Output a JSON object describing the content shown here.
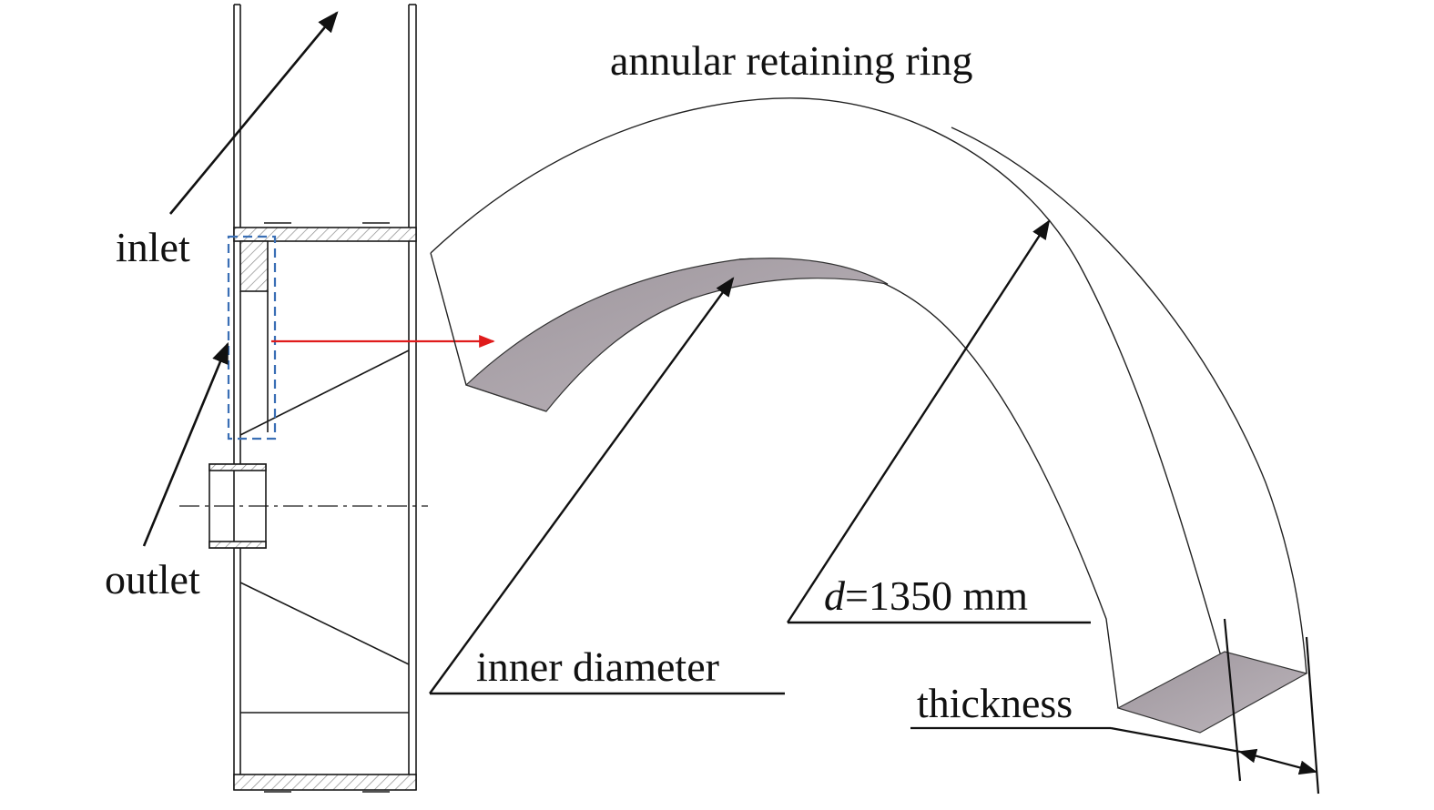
{
  "labels": {
    "title": "annular retaining ring",
    "inlet": "inlet",
    "outlet": "outlet",
    "inner_diameter": "inner diameter",
    "diameter_symbol": "d",
    "diameter_value": "=1350 mm",
    "thickness": "thickness"
  },
  "colors": {
    "line": "#1a1a1a",
    "ring_face": "#aca4ab",
    "hatch": "#8a8a8a",
    "dashed_box": "#3a6fb5",
    "arrow_red": "#e01b1b"
  }
}
